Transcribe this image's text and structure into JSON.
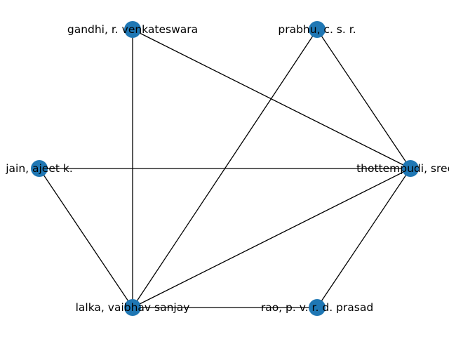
{
  "graph": {
    "node_color": "#1f77b4",
    "edge_color": "#000000",
    "nodes": [
      {
        "id": "gandhi",
        "label": "gandhi, r. venkateswara"
      },
      {
        "id": "prabhu",
        "label": "prabhu, c. s. r."
      },
      {
        "id": "jain",
        "label": "jain, ajeet k."
      },
      {
        "id": "thottempudi",
        "label": "thottempudi, sree g"
      },
      {
        "id": "lalka",
        "label": "lalka, vaibhav sanjay"
      },
      {
        "id": "rao",
        "label": "rao, p. v. r. d. prasad"
      }
    ],
    "edges": [
      [
        "gandhi",
        "lalka"
      ],
      [
        "gandhi",
        "thottempudi"
      ],
      [
        "prabhu",
        "lalka"
      ],
      [
        "prabhu",
        "thottempudi"
      ],
      [
        "jain",
        "thottempudi"
      ],
      [
        "jain",
        "lalka"
      ],
      [
        "thottempudi",
        "lalka"
      ],
      [
        "thottempudi",
        "rao"
      ],
      [
        "lalka",
        "rao"
      ]
    ]
  }
}
